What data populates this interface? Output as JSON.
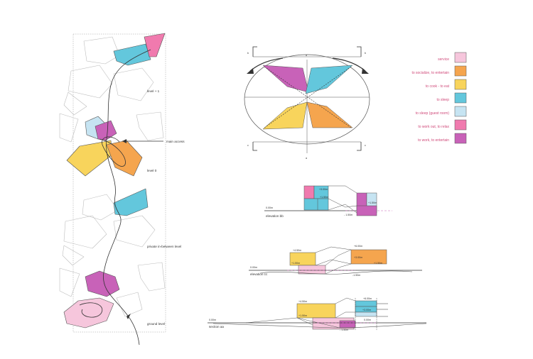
{
  "colors": {
    "service": "#f6c6dc",
    "socialize": "#f5a54e",
    "cook": "#f8d45c",
    "sleep": "#63c7dc",
    "guest": "#c6e4f2",
    "workout": "#f07aae",
    "work": "#c862b8",
    "line": "#555555",
    "grey": "#bdbdbd",
    "legend_text": "#d04a7a"
  },
  "legend": [
    {
      "key": "service",
      "label": "service"
    },
    {
      "key": "socialize",
      "label": "to socialize, to entertain"
    },
    {
      "key": "cook",
      "label": "to cook - to eat"
    },
    {
      "key": "sleep",
      "label": "to sleep"
    },
    {
      "key": "guest",
      "label": "to sleep (guest room)"
    },
    {
      "key": "workout",
      "label": "to work out, to relax"
    },
    {
      "key": "work",
      "label": "to work, to entertain"
    }
  ],
  "stack_labels": {
    "level_plus1": "level + 1",
    "main_access": "main access",
    "level_0": "level 0",
    "private": "private in-between level",
    "ground": "ground level"
  },
  "plan_marks": {
    "a_top": "a",
    "a_bottom": "a",
    "b_left": "b",
    "b_right": "b",
    "c_left": "c",
    "c_right": "c"
  },
  "elevation_bb": {
    "title": "elevation bb",
    "datum": "0.00m",
    "mark1": "+3.00m",
    "mark2": "+1.50m",
    "mark3": "- 1.50m",
    "mark4": "+1.50m"
  },
  "elevation_cc": {
    "title": "elevation cc",
    "datum": "0.00m",
    "mark1": "+6.00m",
    "mark2": "+4.50m",
    "mark3": "+1.50m",
    "mark4": "+3.00m",
    "mark5": "-1.50m",
    "mark6": "+1.50m"
  },
  "section_aa": {
    "title": "section aa",
    "datum": "0.00m",
    "mark1": "+6.00m",
    "mark2": "+4.50m",
    "mark3": "+3.00m",
    "mark4": "+1.50m",
    "mark5": "0.00m",
    "mark6": "- 1.50m"
  }
}
